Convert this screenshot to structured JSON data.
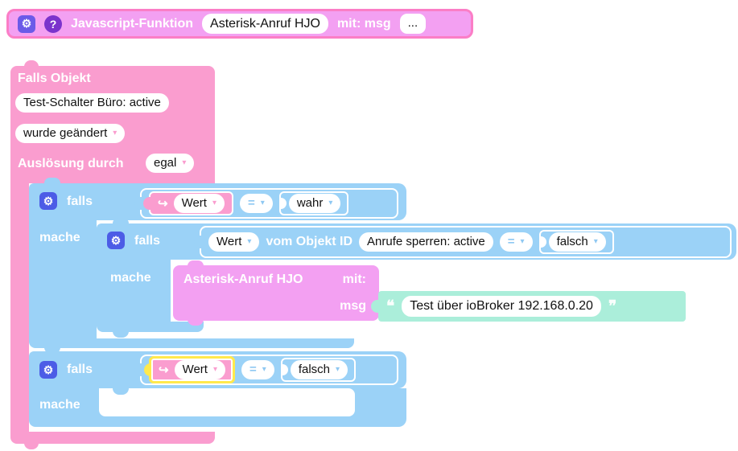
{
  "colors": {
    "block_pink": "#FA9DCF",
    "block_violet": "#F3A0F2",
    "block_blue": "#9BD2F7",
    "string_green": "#ABEEDA",
    "selection_yellow": "#FFE94D",
    "gear_badge_blue": "#4C5CE6",
    "help_badge_purple": "#7B33CC",
    "function_border_pink": "#FB7EC6"
  },
  "icons": {
    "gear": "⚙",
    "help": "?",
    "arrow": "↪"
  },
  "function_block": {
    "label": "Javascript-Funktion",
    "name": "Asterisk-Anruf HJO",
    "args": "mit: msg",
    "more": "..."
  },
  "trigger": {
    "title": "Falls Objekt",
    "object": "Test-Schalter Büro: active",
    "change": "wurde geändert",
    "trigger_label": "Auslösung durch",
    "trigger_value": "egal"
  },
  "if_outer": {
    "falls": "falls",
    "mache": "mache",
    "cond": {
      "left": "Wert",
      "op": "=",
      "right": "wahr"
    }
  },
  "if_inner": {
    "falls": "falls",
    "mache": "mache",
    "cond": {
      "left": "Wert",
      "of_label": "vom Objekt ID",
      "object": "Anrufe sperren: active",
      "op": "=",
      "right": "falsch"
    }
  },
  "call": {
    "name": "Asterisk-Anruf HJO",
    "with_label": "mit:",
    "arg": "msg",
    "open_quote": "❝",
    "value": "Test über ioBroker 192.168.0.20",
    "close_quote": "❞"
  },
  "if_bottom": {
    "falls": "falls",
    "mache": "mache",
    "cond": {
      "left": "Wert",
      "op": "=",
      "right": "falsch"
    }
  }
}
